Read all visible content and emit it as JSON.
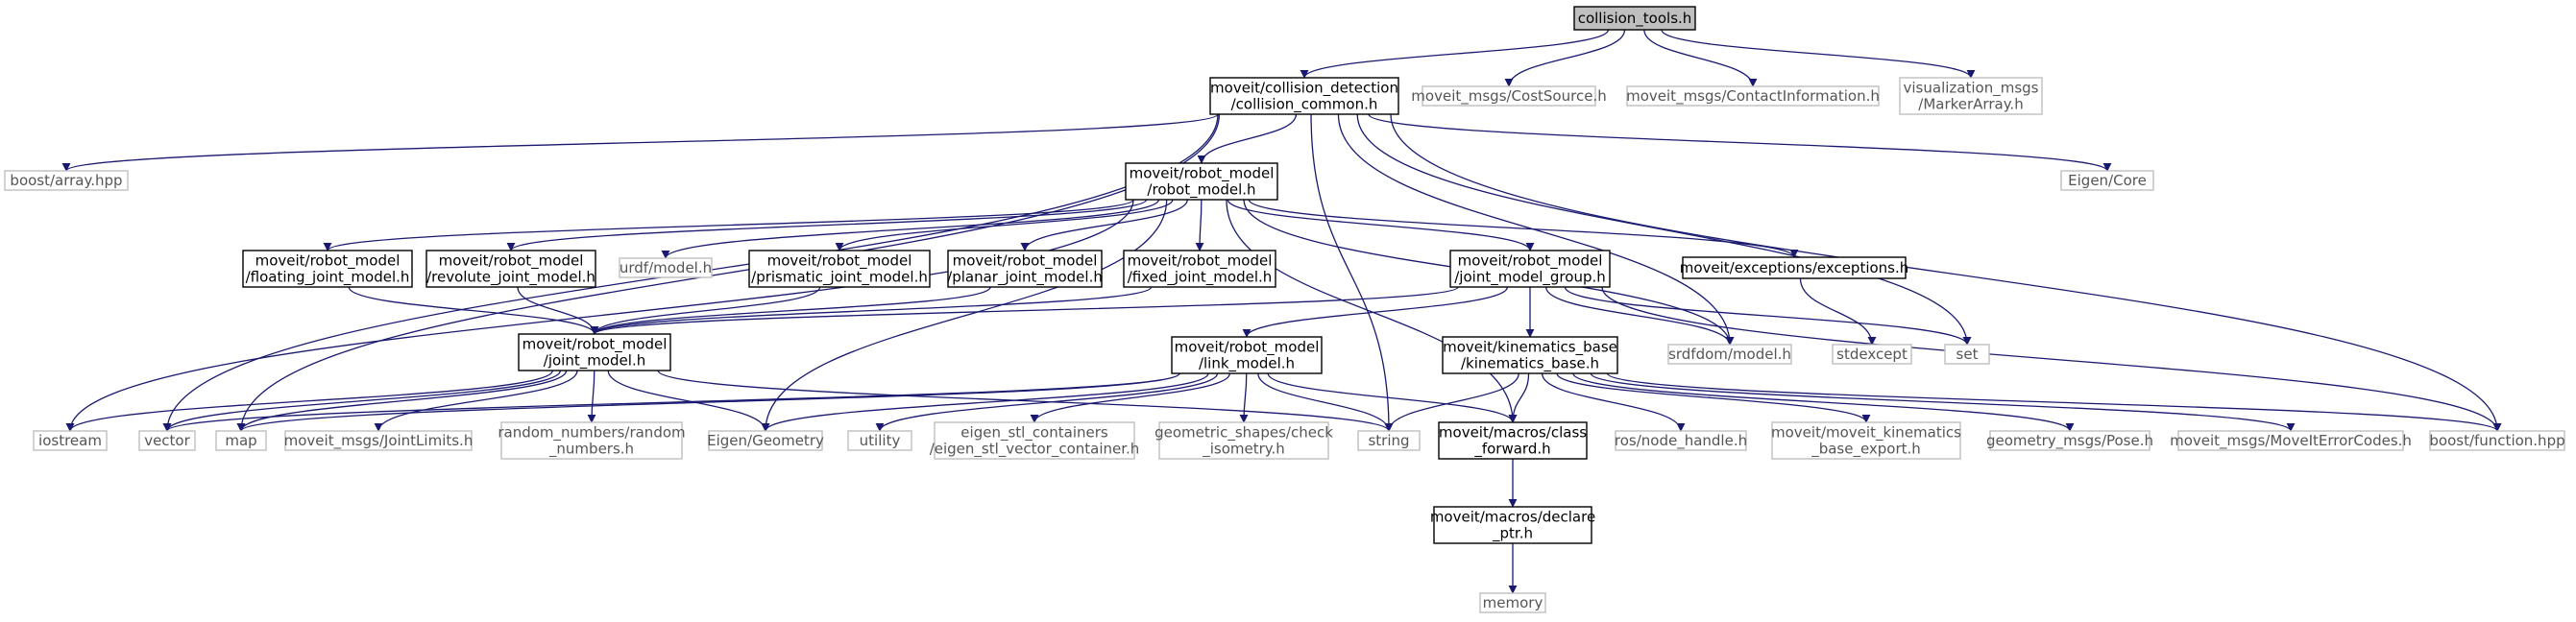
{
  "diagram": {
    "colors": {
      "edge": "#191970",
      "root_fill": "#bfbfbf",
      "boxed_border": "#000000",
      "gray_border": "#bfbfbf",
      "gray_text": "#555555"
    },
    "nodes": [
      {
        "id": "root",
        "kind": "root",
        "lines": [
          "collision_tools.h"
        ]
      },
      {
        "id": "cc",
        "kind": "boxed",
        "lines": [
          "moveit/collision_detection",
          "/collision_common.h"
        ]
      },
      {
        "id": "costsrc",
        "kind": "gray",
        "lines": [
          "moveit_msgs/CostSource.h"
        ]
      },
      {
        "id": "contact",
        "kind": "gray",
        "lines": [
          "moveit_msgs/ContactInformation.h"
        ]
      },
      {
        "id": "viz",
        "kind": "gray",
        "lines": [
          "visualization_msgs",
          "/MarkerArray.h"
        ]
      },
      {
        "id": "boostarr",
        "kind": "gray",
        "lines": [
          "boost/array.hpp"
        ]
      },
      {
        "id": "rm",
        "kind": "boxed",
        "lines": [
          "moveit/robot_model",
          "/robot_model.h"
        ]
      },
      {
        "id": "eigencore",
        "kind": "gray",
        "lines": [
          "Eigen/Core"
        ]
      },
      {
        "id": "fjm",
        "kind": "boxed",
        "lines": [
          "moveit/robot_model",
          "/floating_joint_model.h"
        ]
      },
      {
        "id": "rjm",
        "kind": "boxed",
        "lines": [
          "moveit/robot_model",
          "/revolute_joint_model.h"
        ]
      },
      {
        "id": "urdf",
        "kind": "gray",
        "lines": [
          "urdf/model.h"
        ]
      },
      {
        "id": "pjm",
        "kind": "boxed",
        "lines": [
          "moveit/robot_model",
          "/prismatic_joint_model.h"
        ]
      },
      {
        "id": "pljm",
        "kind": "boxed",
        "lines": [
          "moveit/robot_model",
          "/planar_joint_model.h"
        ]
      },
      {
        "id": "fxjm",
        "kind": "boxed",
        "lines": [
          "moveit/robot_model",
          "/fixed_joint_model.h"
        ]
      },
      {
        "id": "jmg",
        "kind": "boxed",
        "lines": [
          "moveit/robot_model",
          "/joint_model_group.h"
        ]
      },
      {
        "id": "exc",
        "kind": "boxed",
        "lines": [
          "moveit/exceptions/exceptions.h"
        ]
      },
      {
        "id": "jm",
        "kind": "boxed",
        "lines": [
          "moveit/robot_model",
          "/joint_model.h"
        ]
      },
      {
        "id": "lm",
        "kind": "boxed",
        "lines": [
          "moveit/robot_model",
          "/link_model.h"
        ]
      },
      {
        "id": "kb",
        "kind": "boxed",
        "lines": [
          "moveit/kinematics_base",
          "/kinematics_base.h"
        ]
      },
      {
        "id": "srdf",
        "kind": "gray",
        "lines": [
          "srdfdom/model.h"
        ]
      },
      {
        "id": "stdexcept",
        "kind": "gray",
        "lines": [
          "stdexcept"
        ]
      },
      {
        "id": "set",
        "kind": "gray",
        "lines": [
          "set"
        ]
      },
      {
        "id": "iostream",
        "kind": "gray",
        "lines": [
          "iostream"
        ]
      },
      {
        "id": "vector",
        "kind": "gray",
        "lines": [
          "vector"
        ]
      },
      {
        "id": "map",
        "kind": "gray",
        "lines": [
          "map"
        ]
      },
      {
        "id": "jlim",
        "kind": "gray",
        "lines": [
          "moveit_msgs/JointLimits.h"
        ]
      },
      {
        "id": "rnd",
        "kind": "gray",
        "lines": [
          "random_numbers/random",
          "_numbers.h"
        ]
      },
      {
        "id": "egeom",
        "kind": "gray",
        "lines": [
          "Eigen/Geometry"
        ]
      },
      {
        "id": "utility",
        "kind": "gray",
        "lines": [
          "utility"
        ]
      },
      {
        "id": "esc",
        "kind": "gray",
        "lines": [
          "eigen_stl_containers",
          "/eigen_stl_vector_container.h"
        ]
      },
      {
        "id": "geoshape",
        "kind": "gray",
        "lines": [
          "geometric_shapes/check",
          "_isometry.h"
        ]
      },
      {
        "id": "string",
        "kind": "gray",
        "lines": [
          "string"
        ]
      },
      {
        "id": "cf",
        "kind": "boxed",
        "lines": [
          "moveit/macros/class",
          "_forward.h"
        ]
      },
      {
        "id": "ros",
        "kind": "gray",
        "lines": [
          "ros/node_handle.h"
        ]
      },
      {
        "id": "kbe",
        "kind": "gray",
        "lines": [
          "moveit/moveit_kinematics",
          "_base_export.h"
        ]
      },
      {
        "id": "pose",
        "kind": "gray",
        "lines": [
          "geometry_msgs/Pose.h"
        ]
      },
      {
        "id": "merr",
        "kind": "gray",
        "lines": [
          "moveit_msgs/MoveItErrorCodes.h"
        ]
      },
      {
        "id": "bfunc",
        "kind": "gray",
        "lines": [
          "boost/function.hpp"
        ]
      },
      {
        "id": "dp",
        "kind": "boxed",
        "lines": [
          "moveit/macros/declare",
          "_ptr.h"
        ]
      },
      {
        "id": "memory",
        "kind": "gray",
        "lines": [
          "memory"
        ]
      }
    ]
  }
}
